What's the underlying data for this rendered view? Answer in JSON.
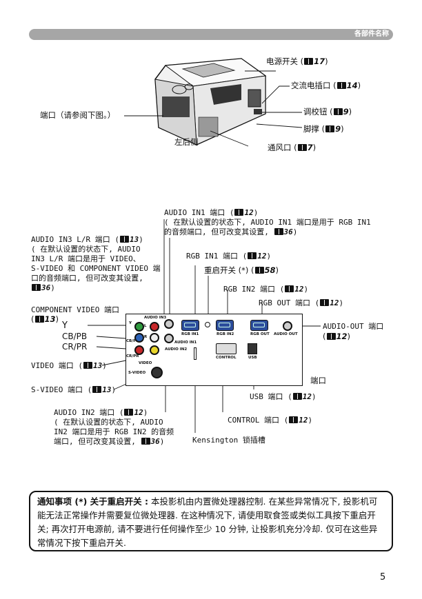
{
  "header": {
    "title": "各部件名称"
  },
  "projector_labels": {
    "power_switch": "电源开关 (",
    "power_switch_ref": "17",
    "ac_inlet": "交流电插口 (",
    "ac_inlet_ref": "14",
    "adjuster_button": "调校钮 (",
    "adjuster_button_ref": "9",
    "elevator_foot": "脚撑 (",
    "elevator_foot_ref": "9",
    "vent": "通风口 (",
    "vent_ref": "7",
    "left_rear": "左后侧",
    "ports": "端口（请参阅下图。）"
  },
  "port_labels": {
    "audio_in1_l1": "AUDIO IN1 端口 (",
    "audio_in1_ref": "12",
    "audio_in1_l2": "( 在默认设置的状态下, AUDIO  IN1 端口是用于 RGB  IN1",
    "audio_in1_l3": "的音频端口, 但可改变其设置, ",
    "audio_in1_ref2": "36",
    "audio_in3_l1": "AUDIO IN3 L/R 端口 (",
    "audio_in3_ref": "13",
    "audio_in3_l2": "( 在默认设置的状态下, AUDIO",
    "audio_in3_l3": "IN3 L/R 端口是用于 VIDEO、",
    "audio_in3_l4": "S-VIDEO 和 COMPONENT VIDEO 端",
    "audio_in3_l5": "口的音频端口, 但可改变其设置,",
    "audio_in3_ref2": "36",
    "rgb_in1": "RGB IN1 端口 (",
    "rgb_in1_ref": "12",
    "restart": "重启开关 (*) (",
    "restart_ref": "58",
    "rgb_in2": "RGB IN2 端口 (",
    "rgb_in2_ref": "12",
    "rgb_out": "RGB OUT 端口 (",
    "rgb_out_ref": "12",
    "component_l1": "COMPONENT VIDEO 端口",
    "component_ref": "13",
    "y": "Y",
    "cb_pb": "CB/PB",
    "cr_pr": "CR/PR",
    "audio_out": "AUDIO-OUT 端口",
    "audio_out_ref": "12",
    "video": "VIDEO 端口 (",
    "video_ref": "13",
    "s_video": "S-VIDEO 端口 (",
    "s_video_ref": "13",
    "ports": "端口",
    "usb": "USB 端口 (",
    "usb_ref": "12",
    "audio_in2_l1": "AUDIO IN2 端口 (",
    "audio_in2_ref": "12",
    "audio_in2_l2": "( 在默认设置的状态下, AUDIO",
    "audio_in2_l3": "IN2 端口是用于 RGB  IN2 的音频",
    "audio_in2_l4": "端口, 但可改变其设置, ",
    "audio_in2_ref2": "36",
    "control": "CONTROL 端口 (",
    "control_ref": "12",
    "kensington": "Kensington 锁插槽"
  },
  "panel_labels": {
    "audio_in3": "AUDIO IN3",
    "y": "Y",
    "cbpb": "CB/PB",
    "crpr": "CR/PR",
    "l": "L",
    "r": "R",
    "video": "VIDEO",
    "s_video": "S-VIDEO",
    "audio_in1": "AUDIO IN1",
    "audio_in2": "AUDIO IN2",
    "rgb_in1": "RGB IN1",
    "rgb_in2": "RGB IN2",
    "rgb_out": "RGB OUT",
    "audio_out": "AUDIO OUT",
    "control": "CONTROL",
    "usb": "USB"
  },
  "note": {
    "heading": "通知事项 (*) 关于重启开关 :",
    "body": "本投影机由内置微处理器控制. 在某些异常情况下, 投影机可能无法正常操作并需要复位微处理器. 在这种情况下, 请使用取食签或类似工具按下重启开关; 再次打开电源前, 请不要进行任何操作至少 10 分钟, 让投影机充分冷却. 仅可在这些异常情况下按下重启开关."
  },
  "page_number": "5"
}
